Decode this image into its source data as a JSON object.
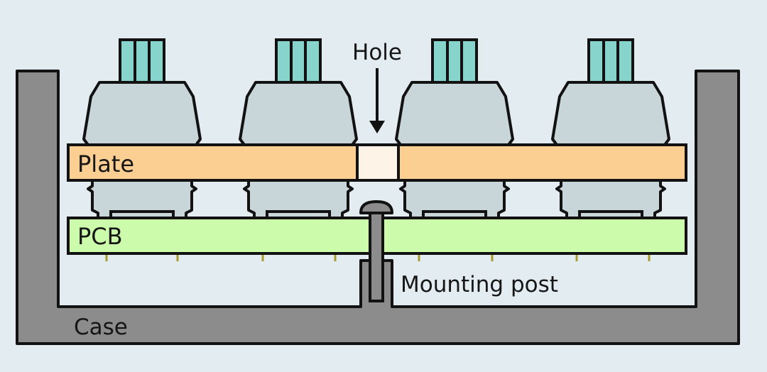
{
  "diagram": {
    "labels": {
      "hole": "Hole",
      "plate": "Plate",
      "pcb": "PCB",
      "mounting_post": "Mounting post",
      "case": "Case"
    },
    "colors": {
      "background": "#e3edf1",
      "case": "#8c8c8c",
      "plate": "#fbcf92",
      "hole": "#fdf3e7",
      "pcb": "#ccfcab",
      "switch_housing": "#c8d6da",
      "keycap_stem": "#86d4cb",
      "pcb_pin": "#a89a2a",
      "outline": "#121212"
    },
    "switch_count": 4
  }
}
